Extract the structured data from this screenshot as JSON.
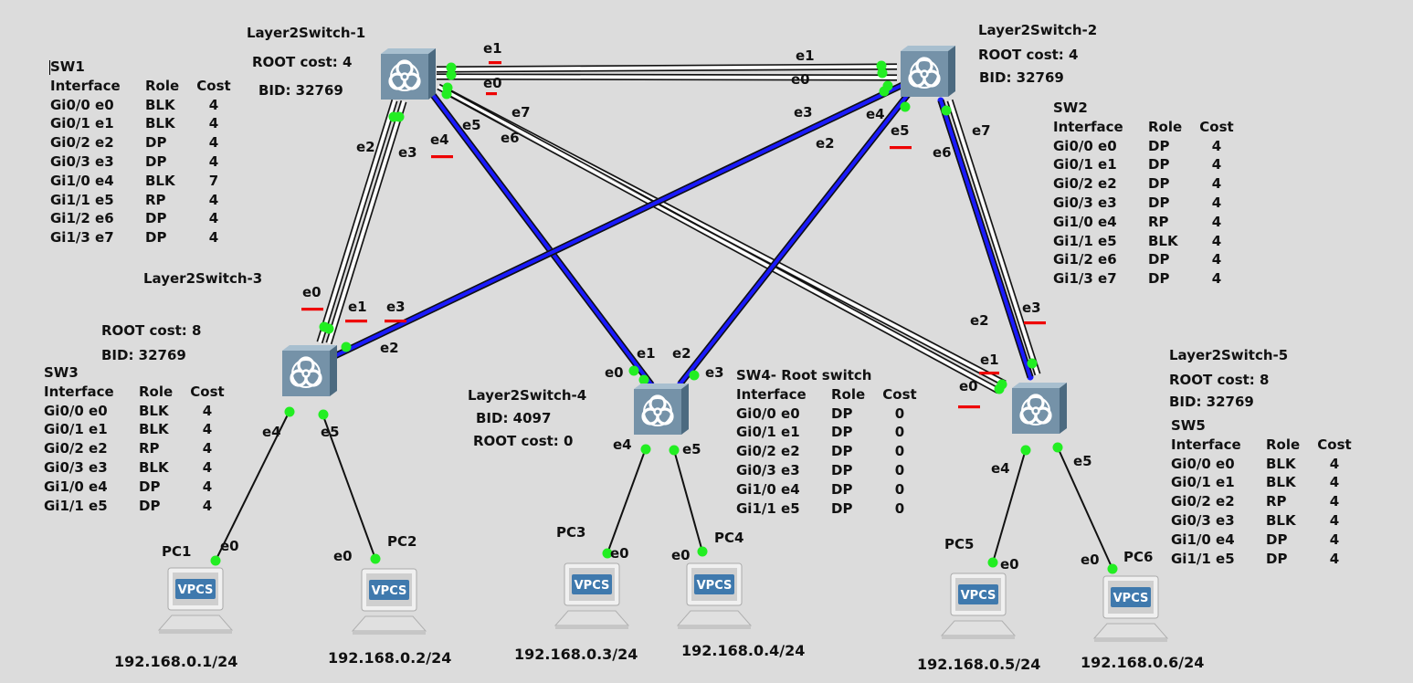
{
  "colors": {
    "background": "#dcdcdc",
    "link": "#111111",
    "root_path": "#1a1aff",
    "port_up": "#22ee22",
    "blocked_marker": "#ee0000"
  },
  "switches": [
    {
      "id": "sw1",
      "name": "Layer2Switch-1",
      "info1": "ROOT cost: 4",
      "info2": "BID: 32769",
      "icon": "biohazard-switch-icon"
    },
    {
      "id": "sw2",
      "name": "Layer2Switch-2",
      "info1": "ROOT cost: 4",
      "info2": "BID: 32769",
      "icon": "biohazard-switch-icon"
    },
    {
      "id": "sw3",
      "name": "Layer2Switch-3",
      "info1": "ROOT cost: 8",
      "info2": "BID: 32769",
      "icon": "biohazard-switch-icon"
    },
    {
      "id": "sw4",
      "name": "Layer2Switch-4",
      "info1": "BID: 4097",
      "info2": "ROOT cost: 0",
      "icon": "biohazard-switch-icon"
    },
    {
      "id": "sw5",
      "name": "Layer2Switch-5",
      "info1": "ROOT cost: 8",
      "info2": "BID: 32769",
      "icon": "biohazard-switch-icon"
    }
  ],
  "tables": [
    {
      "id": "sw1",
      "title": "SW1",
      "header": [
        "Interface",
        "Role",
        "Cost"
      ],
      "rows": [
        [
          "Gi0/0 e0",
          "BLK",
          "4"
        ],
        [
          "Gi0/1 e1",
          "BLK",
          "4"
        ],
        [
          "Gi0/2 e2",
          "DP",
          "4"
        ],
        [
          "Gi0/3 e3",
          "DP",
          "4"
        ],
        [
          "Gi1/0 e4",
          "BLK",
          "7"
        ],
        [
          "Gi1/1 e5",
          "RP",
          "4"
        ],
        [
          "Gi1/2 e6",
          "DP",
          "4"
        ],
        [
          "Gi1/3 e7",
          "DP",
          "4"
        ]
      ]
    },
    {
      "id": "sw2",
      "title": "SW2",
      "header": [
        "Interface",
        "Role",
        "Cost"
      ],
      "rows": [
        [
          "Gi0/0 e0",
          "DP",
          "4"
        ],
        [
          "Gi0/1 e1",
          "DP",
          "4"
        ],
        [
          "Gi0/2 e2",
          "DP",
          "4"
        ],
        [
          "Gi0/3 e3",
          "DP",
          "4"
        ],
        [
          "Gi1/0 e4",
          "RP",
          "4"
        ],
        [
          "Gi1/1 e5",
          "BLK",
          "4"
        ],
        [
          "Gi1/2 e6",
          "DP",
          "4"
        ],
        [
          "Gi1/3 e7",
          "DP",
          "4"
        ]
      ]
    },
    {
      "id": "sw3",
      "title": "SW3",
      "header": [
        "Interface",
        "Role",
        "Cost"
      ],
      "rows": [
        [
          "Gi0/0 e0",
          "BLK",
          "4"
        ],
        [
          "Gi0/1 e1",
          "BLK",
          "4"
        ],
        [
          "Gi0/2 e2",
          "RP",
          "4"
        ],
        [
          "Gi0/3 e3",
          "BLK",
          "4"
        ],
        [
          "Gi1/0 e4",
          "DP",
          "4"
        ],
        [
          "Gi1/1 e5",
          "DP",
          "4"
        ]
      ]
    },
    {
      "id": "sw4",
      "title": "SW4- Root switch",
      "header": [
        "Interface",
        "Role",
        "Cost"
      ],
      "rows": [
        [
          "Gi0/0 e0",
          "DP",
          "0"
        ],
        [
          "Gi0/1 e1",
          "DP",
          "0"
        ],
        [
          "Gi0/2 e2",
          "DP",
          "0"
        ],
        [
          "Gi0/3 e3",
          "DP",
          "0"
        ],
        [
          "Gi1/0 e4",
          "DP",
          "0"
        ],
        [
          "Gi1/1 e5",
          "DP",
          "0"
        ]
      ]
    },
    {
      "id": "sw5",
      "title": "SW5",
      "header": [
        "Interface",
        "Role",
        "Cost"
      ],
      "rows": [
        [
          "Gi0/0 e0",
          "BLK",
          "4"
        ],
        [
          "Gi0/1 e1",
          "BLK",
          "4"
        ],
        [
          "Gi0/2 e2",
          "RP",
          "4"
        ],
        [
          "Gi0/3 e3",
          "BLK",
          "4"
        ],
        [
          "Gi1/0 e4",
          "DP",
          "4"
        ],
        [
          "Gi1/1 e5",
          "DP",
          "4"
        ]
      ]
    }
  ],
  "pcs": [
    {
      "name": "PC1",
      "badge": "VPCS",
      "port": "e0",
      "ip": "192.168.0.1/24"
    },
    {
      "name": "PC2",
      "badge": "VPCS",
      "port": "e0",
      "ip": "192.168.0.2/24"
    },
    {
      "name": "PC3",
      "badge": "VPCS",
      "port": "e0",
      "ip": "192.168.0.3/24"
    },
    {
      "name": "PC4",
      "badge": "VPCS",
      "port": "e0",
      "ip": "192.168.0.4/24"
    },
    {
      "name": "PC5",
      "badge": "VPCS",
      "port": "e0",
      "ip": "192.168.0.5/24"
    },
    {
      "name": "PC6",
      "badge": "VPCS",
      "port": "e0",
      "ip": "192.168.0.6/24"
    }
  ],
  "port_labels": {
    "sw1": [
      "e0",
      "e1",
      "e2",
      "e3",
      "e4",
      "e5",
      "e6",
      "e7"
    ],
    "sw2": [
      "e0",
      "e1",
      "e2",
      "e3",
      "e4",
      "e5",
      "e6",
      "e7"
    ],
    "sw3": [
      "e0",
      "e1",
      "e2",
      "e3",
      "e4",
      "e5"
    ],
    "sw4": [
      "e0",
      "e1",
      "e2",
      "e3",
      "e4",
      "e5"
    ],
    "sw5": [
      "e0",
      "e1",
      "e2",
      "e3",
      "e4",
      "e5"
    ]
  }
}
